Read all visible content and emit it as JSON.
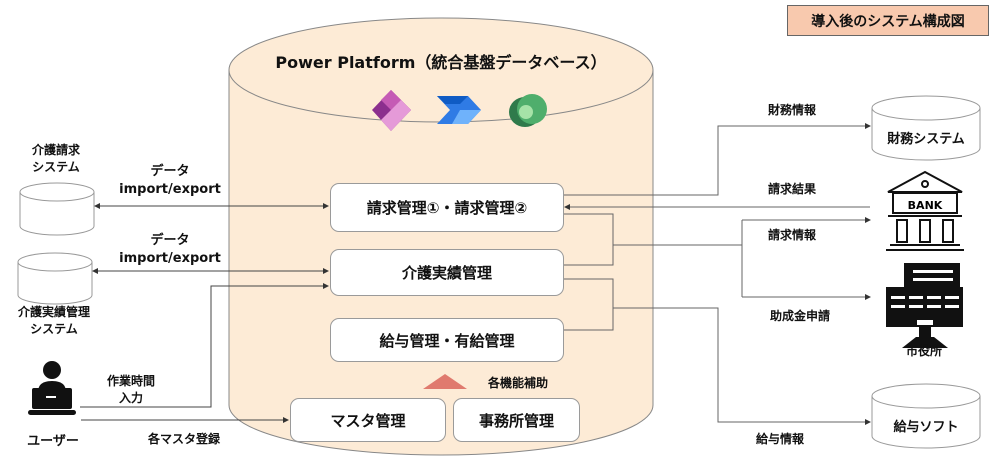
{
  "title_badge": "導入後のシステム構成図",
  "platform": {
    "title": "Power Platform（統合基盤データベース）",
    "icons": [
      "power-apps-icon",
      "power-automate-icon",
      "dataverse-icon"
    ],
    "fill_color": "#fdebd6"
  },
  "modules": {
    "billing": "請求管理①・請求管理②",
    "care_record": "介護実績管理",
    "payroll": "給与管理・有給管理",
    "master": "マスタ管理",
    "office": "事務所管理",
    "support_label": "各機能補助"
  },
  "left": {
    "care_billing_system": [
      "介護請求",
      "システム"
    ],
    "care_record_system": [
      "介護実績管理",
      "システム"
    ],
    "flow1": [
      "データ",
      "import/export"
    ],
    "flow2": [
      "データ",
      "import/export"
    ],
    "user": "ユーザー",
    "work_time": [
      "作業時間",
      "入力"
    ],
    "master_register": "各マスタ登録"
  },
  "right": {
    "finance_info": "財務情報",
    "finance_system": "財務システム",
    "billing_result": "請求結果",
    "billing_info": "請求情報",
    "bank_label": "BANK",
    "subsidy": "助成金申請",
    "city_hall": "市役所",
    "payroll_info": "給与情報",
    "payroll_software": "給与ソフト"
  },
  "colors": {
    "triangle": "#e07a6e",
    "badge": "#f8c9ae"
  }
}
